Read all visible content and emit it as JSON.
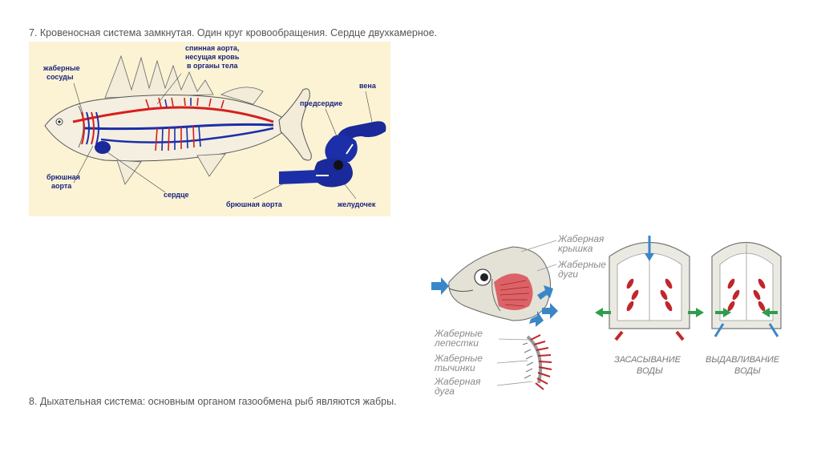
{
  "slide": {
    "point7": "7. Кровеносная система замкнутая. Один круг кровообращения. Сердце двухкамерное.",
    "point8": "8. Дыхательная система: основным органом газообмена рыб являются жабры."
  },
  "circulation_diagram": {
    "labels": {
      "gill_vessels_1": "жаберные",
      "gill_vessels_2": "сосуды",
      "dorsal_aorta_1": "спинная аорта,",
      "dorsal_aorta_2": "несущая кровь",
      "dorsal_aorta_3": "в органы тела",
      "vein": "вена",
      "atrium": "предсердие",
      "ventral_aorta_left_1": "брюшная",
      "ventral_aorta_left_2": "аорта",
      "heart": "сердце",
      "ventral_aorta_right": "брюшная аорта",
      "ventricle": "желудочек"
    },
    "colors": {
      "artery": "#d81e1e",
      "vein": "#1c2fa8",
      "heart": "#1a2a9a",
      "background": "#fbf3d4"
    }
  },
  "gills_diagram": {
    "labels": {
      "gill_cover_1": "Жаберная",
      "gill_cover_2": "крышка",
      "gill_arches_1": "Жаберные",
      "gill_arches_2": "дуги",
      "gill_filaments_1": "Жаберные",
      "gill_filaments_2": "лепестки",
      "gill_rakers_1": "Жаберные",
      "gill_rakers_2": "тычинки",
      "gill_arch_1": "Жаберная",
      "gill_arch_2": "дуга",
      "suction_1": "ЗАСАСЫВАНИЕ",
      "suction_2": "ВОДЫ",
      "squeeze_1": "ВЫДАВЛИВАНИЕ",
      "squeeze_2": "ВОДЫ"
    },
    "colors": {
      "arrow_blue": "#3a86c8",
      "arrow_green": "#2e9e4e",
      "arrow_red": "#c62828",
      "gill_red": "#c0262c"
    }
  }
}
